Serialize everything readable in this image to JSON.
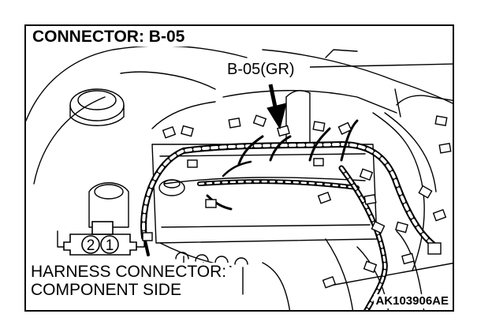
{
  "title": "CONNECTOR: B-05",
  "callout_label": "B-05(GR)",
  "caption": {
    "line1": "HARNESS CONNECTOR:",
    "line2": "COMPONENT SIDE"
  },
  "figure_code": "AK103906AE",
  "connector_pins": [
    "2",
    "1"
  ]
}
